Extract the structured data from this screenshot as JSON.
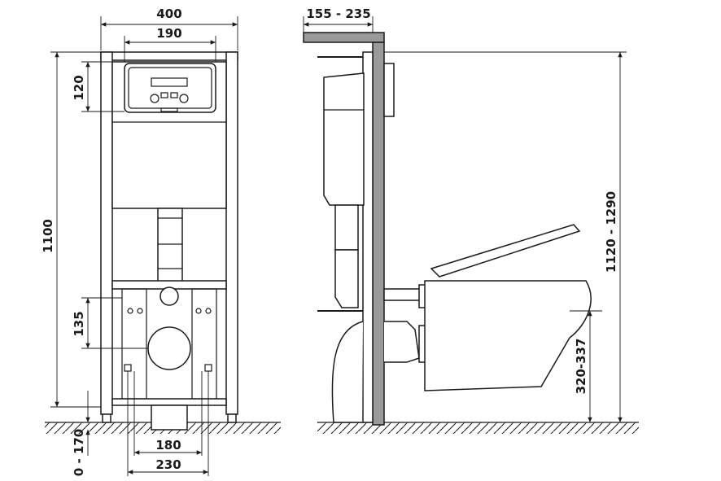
{
  "front_view": {
    "width_total": "400",
    "width_panel": "190",
    "panel_height": "120",
    "frame_height": "1100",
    "drain_height": "135",
    "foot_adjust": "0 - 170",
    "bolt_spacing_inner": "180",
    "bolt_spacing_outer": "230"
  },
  "side_view": {
    "wall_depth": "155 - 235",
    "total_height": "1120 - 1290",
    "bowl_height": "320-337"
  }
}
